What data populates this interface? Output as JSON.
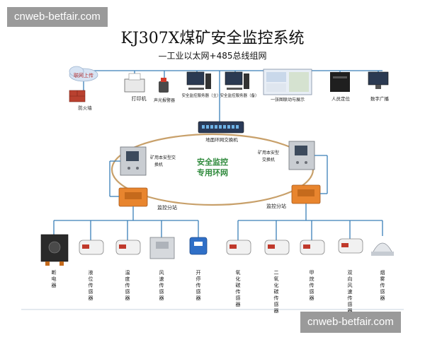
{
  "watermark": "cnweb-betfair.com",
  "title": "KJ307X煤矿安全监控系统",
  "subtitle": "—工业以太网+485总线组网",
  "top_devices": {
    "cloud": "联网上传",
    "firewall": "防火墙",
    "printer": "打印机",
    "alarm": "声光报警器",
    "server_main": "安全监控服务器（主）",
    "server_backup": "安全监控服务器（备）",
    "display": "一张图联动与展示",
    "positioning": "人员定位",
    "broadcast": "数字广播"
  },
  "switch": "地面环网交换机",
  "ring": {
    "line1": "安全监控",
    "line2": "专用环网"
  },
  "left_switch": "矿用本安型交换机",
  "right_switch": "矿用本安型交换机",
  "left_substation": "监控分站",
  "right_substation": "监控分站",
  "sensors_left": [
    "断电器",
    "液位传感器",
    "温度传感器",
    "风速传感器",
    "开停传感器"
  ],
  "sensors_right": [
    "氧化碳传感器",
    "二氧化碳传感器",
    "甲烷传感器",
    "双向风速传感器",
    "烟雾传感器"
  ],
  "colors": {
    "ring": "#c8a06a",
    "ring_text": "#2f8a3c",
    "bus": "#3a7fb8",
    "enclosure": "#e8852e"
  }
}
